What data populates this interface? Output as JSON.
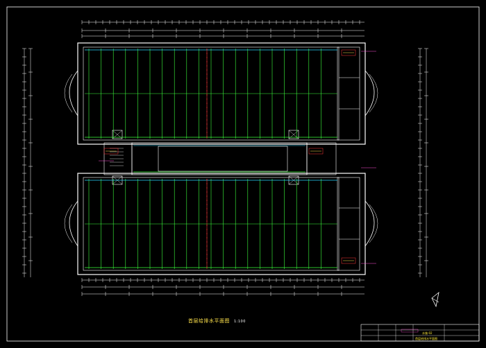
{
  "drawing": {
    "title": "首层给排水平面图",
    "scale": "1:100",
    "title_block": {
      "drawing_name": "首层给排水平面图",
      "drawing_no": "水施-02"
    }
  },
  "colors": {
    "background": "#000000",
    "frame": "#ffffff",
    "walls": "#ffffff",
    "pipes_green": "#3cff3c",
    "dims": "#ffffff",
    "accent_red": "#ff3b3b",
    "accent_cyan": "#29d8ff",
    "accent_yellow": "#ffe34d",
    "accent_magenta": "#ff4fd8"
  },
  "icons": {
    "north_arrow": "north-arrow-icon"
  }
}
